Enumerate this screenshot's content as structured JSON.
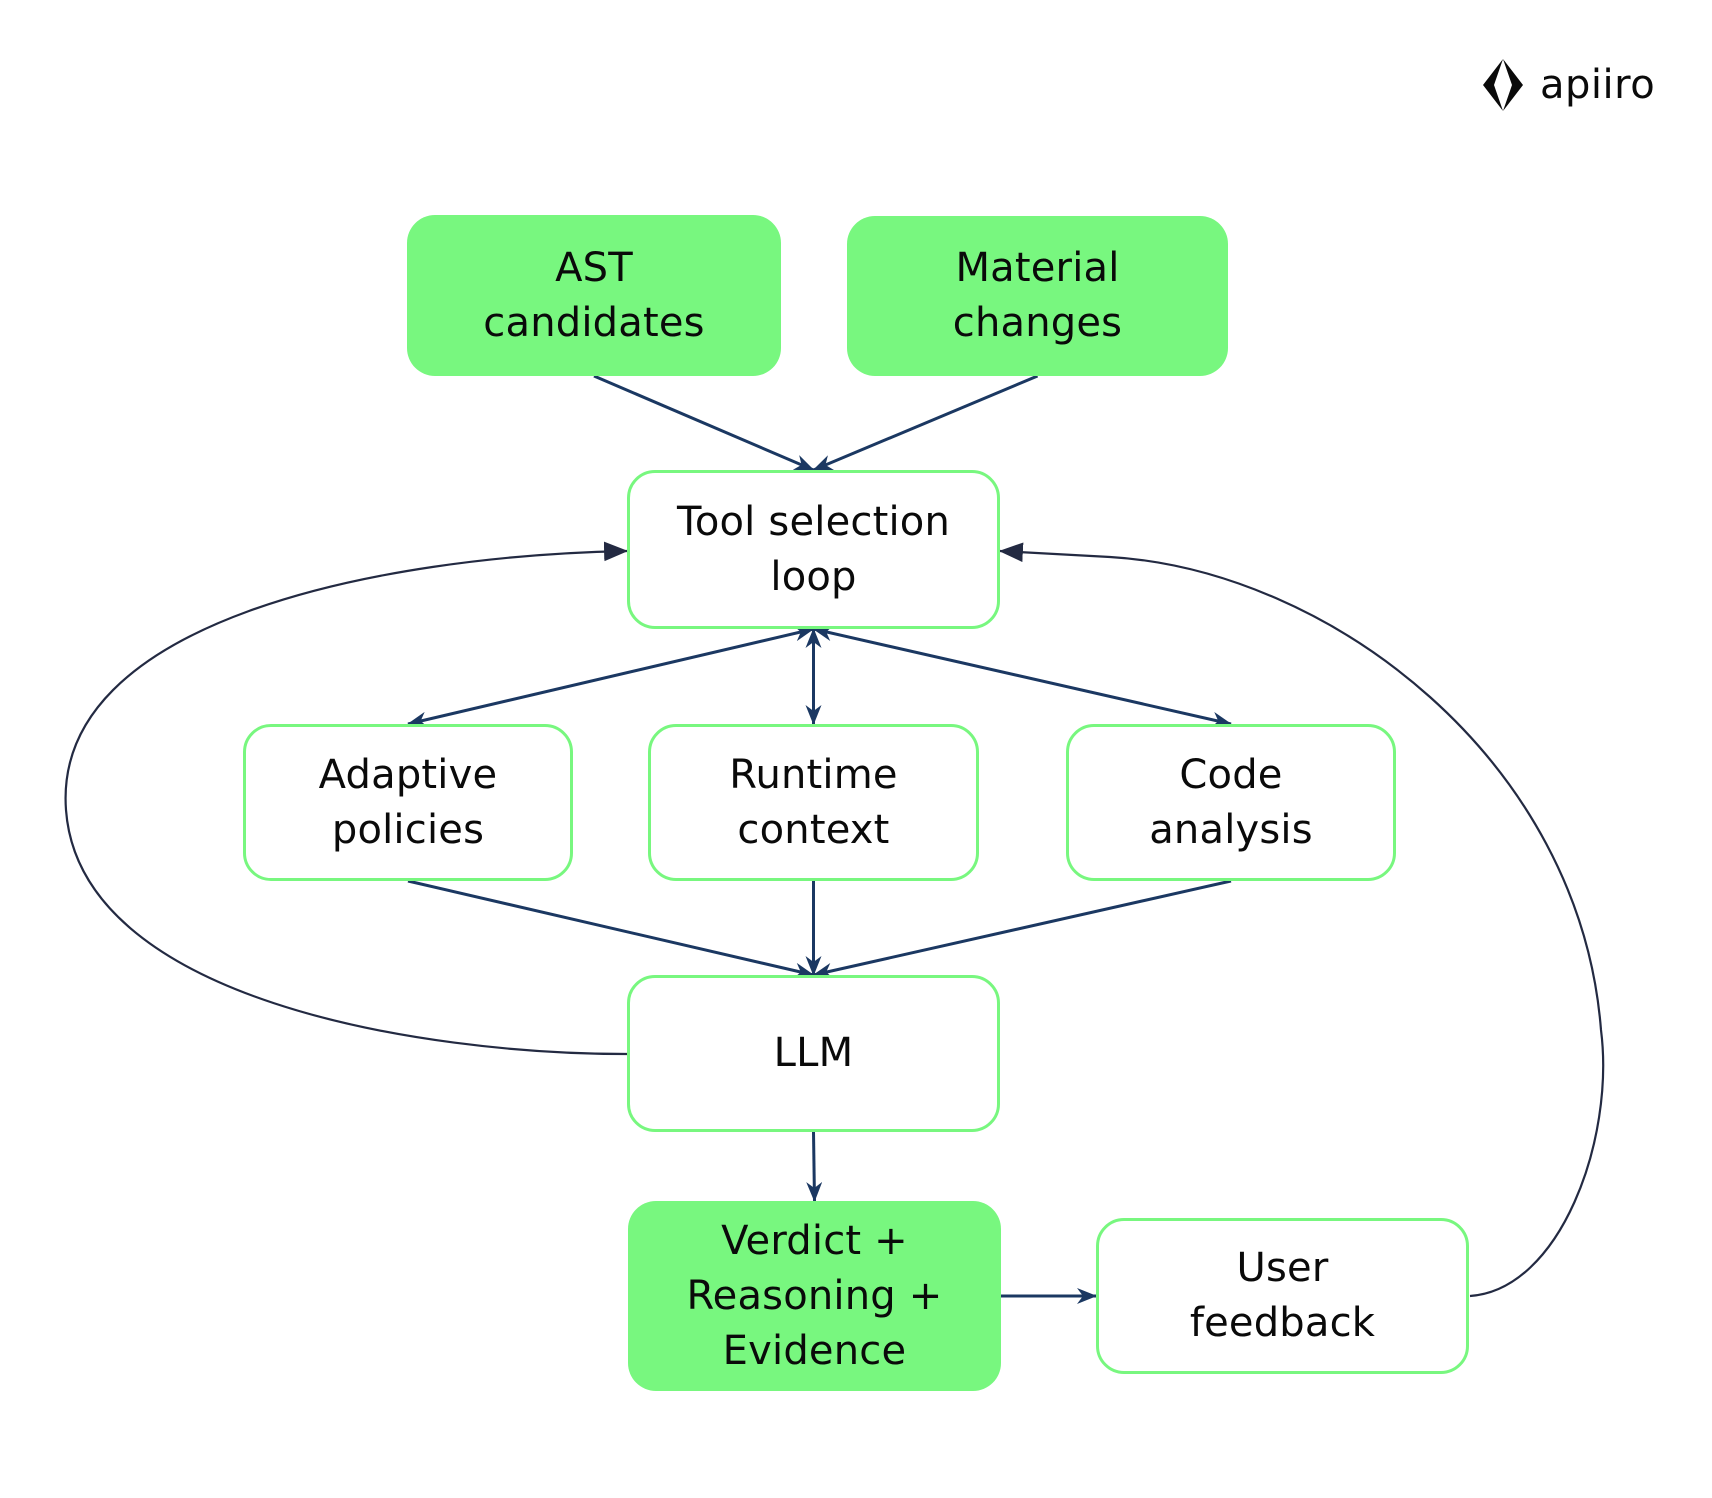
{
  "brand": {
    "name": "apiiro",
    "logo_icon": "diamond-logo-icon"
  },
  "colors": {
    "node_fill": "#78f77f",
    "node_border": "#78f77f",
    "arrow": "#1b3862",
    "loop_arrow": "#232a42",
    "text": "#0a0a0a"
  },
  "nodes": {
    "ast": {
      "label": "AST\ncandidates",
      "style": "filled"
    },
    "material": {
      "label": "Material\nchanges",
      "style": "filled"
    },
    "tool": {
      "label": "Tool selection\nloop",
      "style": "outlined"
    },
    "adaptive": {
      "label": "Adaptive\npolicies",
      "style": "outlined"
    },
    "runtime": {
      "label": "Runtime\ncontext",
      "style": "outlined"
    },
    "code": {
      "label": "Code\nanalysis",
      "style": "outlined"
    },
    "llm": {
      "label": "LLM",
      "style": "outlined"
    },
    "verdict": {
      "label": "Verdict +\nReasoning +\nEvidence",
      "style": "filled"
    },
    "feedback": {
      "label": "User\nfeedback",
      "style": "outlined"
    }
  },
  "edges": [
    {
      "from": "ast",
      "to": "tool",
      "direction": "forward",
      "kind": "straight"
    },
    {
      "from": "material",
      "to": "tool",
      "direction": "forward",
      "kind": "straight"
    },
    {
      "from": "tool",
      "to": "adaptive",
      "direction": "both",
      "kind": "straight"
    },
    {
      "from": "tool",
      "to": "runtime",
      "direction": "both",
      "kind": "straight"
    },
    {
      "from": "tool",
      "to": "code",
      "direction": "both",
      "kind": "straight"
    },
    {
      "from": "adaptive",
      "to": "llm",
      "direction": "forward",
      "kind": "straight"
    },
    {
      "from": "runtime",
      "to": "llm",
      "direction": "forward",
      "kind": "straight"
    },
    {
      "from": "code",
      "to": "llm",
      "direction": "forward",
      "kind": "straight"
    },
    {
      "from": "llm",
      "to": "verdict",
      "direction": "forward",
      "kind": "straight"
    },
    {
      "from": "verdict",
      "to": "feedback",
      "direction": "forward",
      "kind": "straight"
    },
    {
      "from": "llm",
      "to": "tool",
      "direction": "forward",
      "kind": "loop-left"
    },
    {
      "from": "feedback",
      "to": "tool",
      "direction": "forward",
      "kind": "loop-right"
    }
  ]
}
